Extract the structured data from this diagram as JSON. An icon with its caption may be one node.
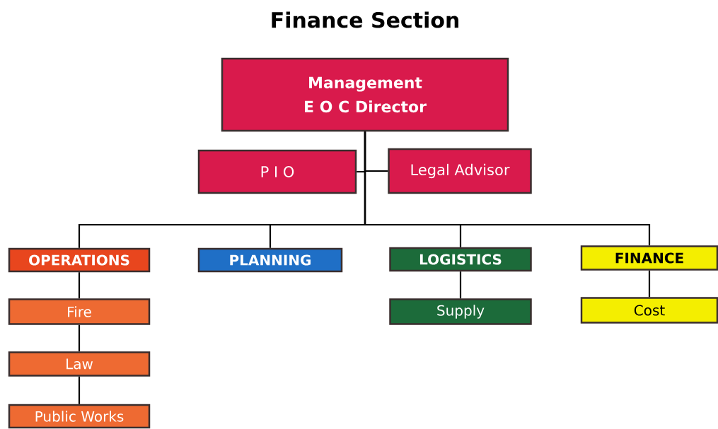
{
  "diagram": {
    "title": "Finance Section",
    "nodes": [
      {
        "text": [
          "Management",
          "E O C Director"
        ]
      },
      {
        "text": [
          "P I O"
        ]
      },
      {
        "text": [
          "Legal Advisor"
        ]
      },
      {
        "text": [
          "OPERATIONS"
        ]
      },
      {
        "text": [
          "PLANNING"
        ]
      },
      {
        "text": [
          "LOGISTICS"
        ]
      },
      {
        "text": [
          "FINANCE"
        ]
      },
      {
        "text": [
          "Fire"
        ]
      },
      {
        "text": [
          "Law"
        ]
      },
      {
        "text": [
          "Public Works"
        ]
      },
      {
        "text": [
          "Supply"
        ]
      },
      {
        "text": [
          "Cost"
        ]
      }
    ],
    "edges": [
      {
        "from": 0,
        "to": 1,
        "arrow": "none"
      },
      {
        "from": 0,
        "to": 2,
        "arrow": "none"
      },
      {
        "from": 0,
        "to": 3,
        "arrow": "none"
      },
      {
        "from": 0,
        "to": 4,
        "arrow": "none"
      },
      {
        "from": 0,
        "to": 5,
        "arrow": "none"
      },
      {
        "from": 0,
        "to": 6,
        "arrow": "none"
      },
      {
        "from": 3,
        "to": 7,
        "arrow": "none"
      },
      {
        "from": 7,
        "to": 8,
        "arrow": "none"
      },
      {
        "from": 8,
        "to": 9,
        "arrow": "none"
      },
      {
        "from": 5,
        "to": 10,
        "arrow": "none"
      },
      {
        "from": 6,
        "to": 11,
        "arrow": "none"
      }
    ]
  }
}
